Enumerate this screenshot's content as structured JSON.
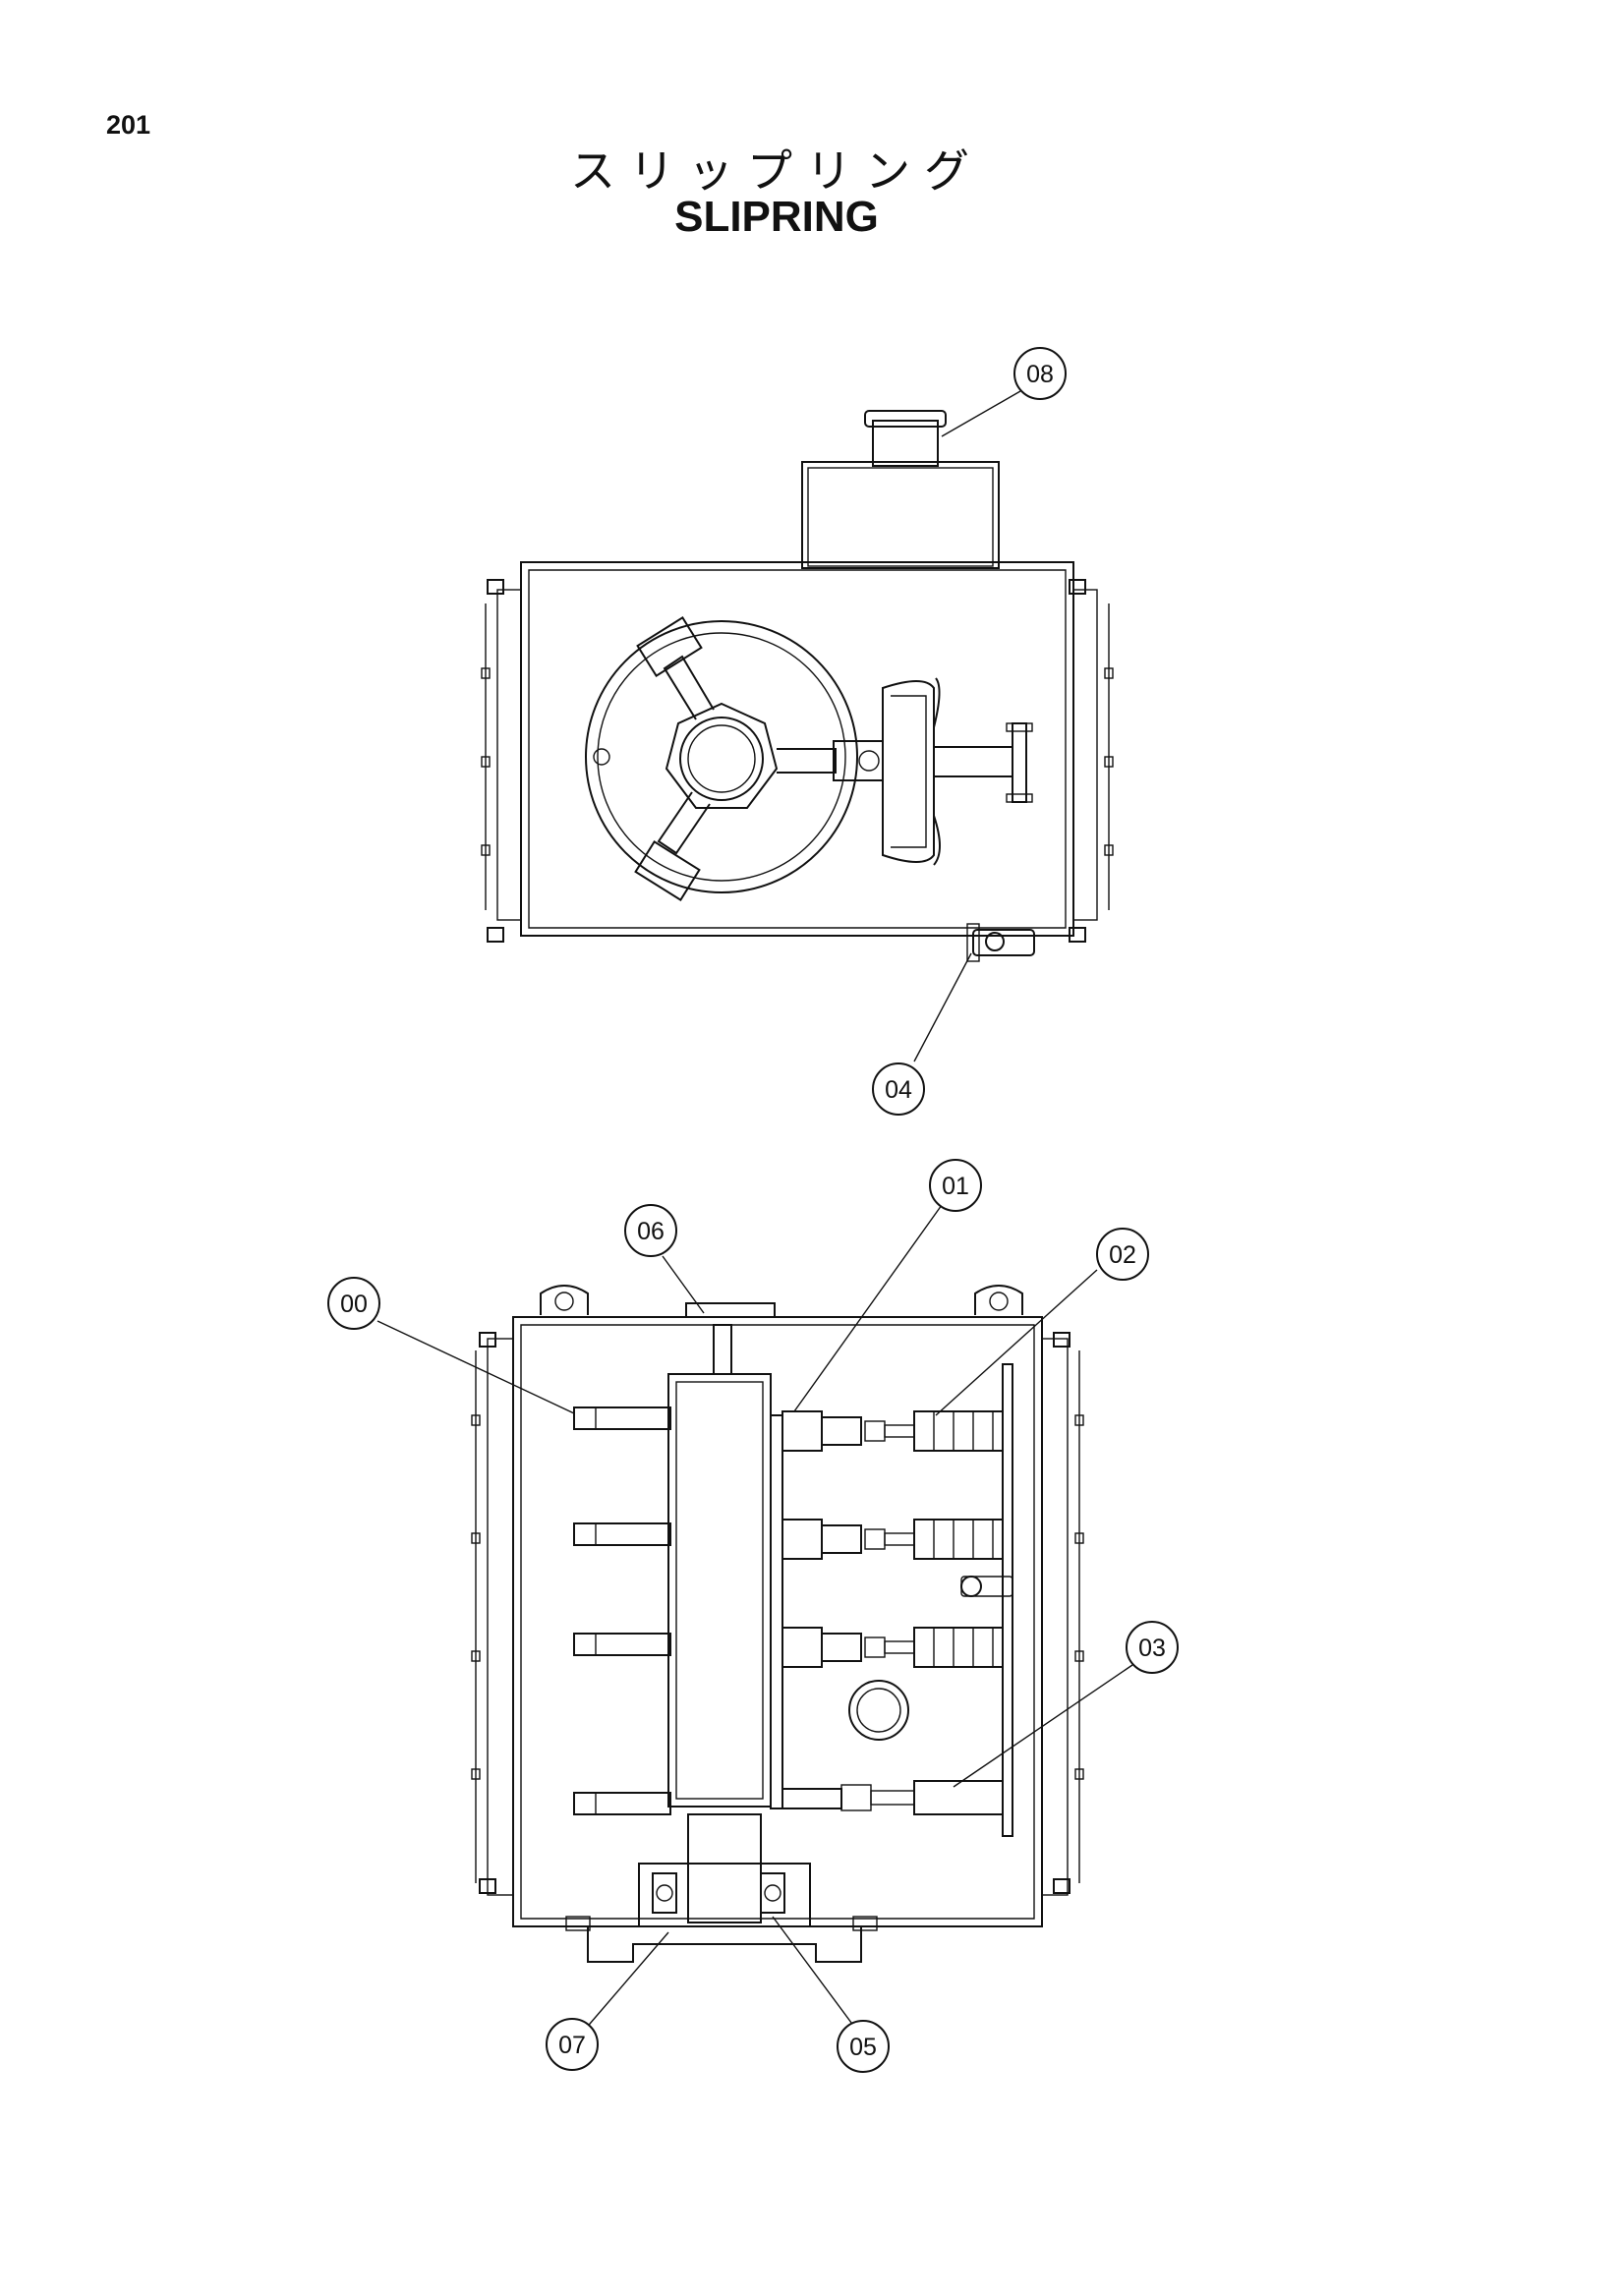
{
  "page_number": "201",
  "title_jp": "スリップリング",
  "title_en": "SLIPRING",
  "callouts": [
    "08",
    "04",
    "06",
    "01",
    "02",
    "00",
    "03",
    "07",
    "05"
  ]
}
